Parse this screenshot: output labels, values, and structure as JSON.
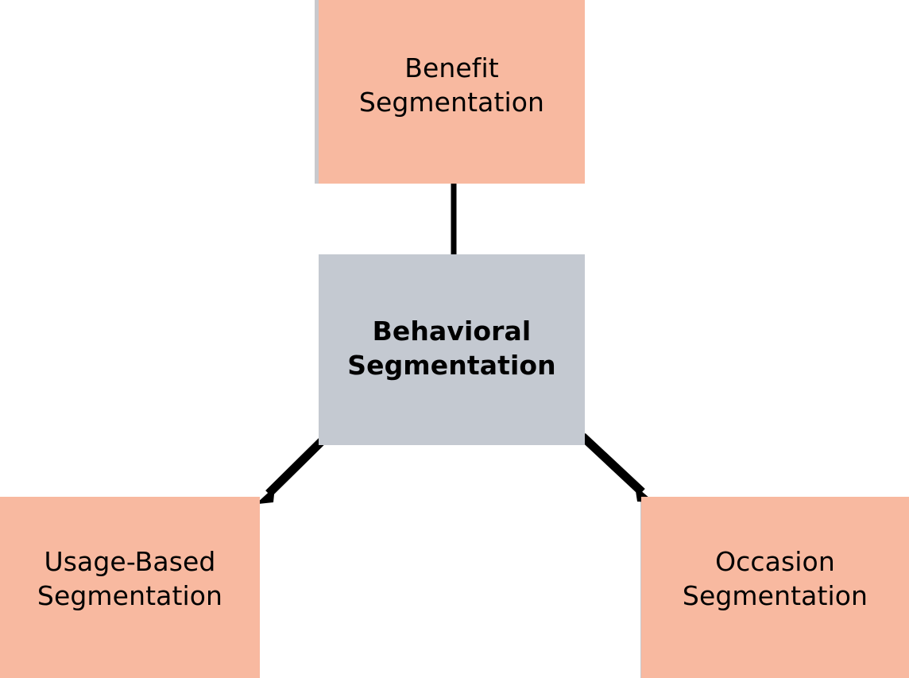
{
  "diagram": {
    "type": "hierarchy-tree",
    "title": "Behavioral Segmentation",
    "background_color": "#ffffff",
    "palette": {
      "leaf_fill": "#f8b9a0",
      "root_fill": "#c4c9d1",
      "connector_color": "#000000",
      "text_color": "#000000",
      "edge_strip": "#c9c9cd"
    },
    "nodes": [
      {
        "id": "benefit",
        "label": "Benefit\nSegmentation",
        "role": "parent",
        "fill": "#f8b9a0",
        "bold": false,
        "position": "top-center"
      },
      {
        "id": "behavioral",
        "label": "Behavioral\nSegmentation",
        "role": "root",
        "fill": "#c4c9d1",
        "bold": true,
        "position": "center"
      },
      {
        "id": "usage",
        "label": "Usage-Based\nSegmentation",
        "role": "child",
        "fill": "#f8b9a0",
        "bold": false,
        "position": "bottom-left"
      },
      {
        "id": "occasion",
        "label": "Occasion\nSegmentation",
        "role": "child",
        "fill": "#f8b9a0",
        "bold": false,
        "position": "bottom-right"
      }
    ],
    "connectors": [
      {
        "id": "benefit-to-behavioral",
        "from": "benefit",
        "to": "behavioral",
        "style": "straight-line",
        "arrowhead": false
      },
      {
        "id": "behavioral-to-usage",
        "from": "behavioral",
        "to": "usage",
        "style": "diagonal-arrow",
        "arrowhead": true
      },
      {
        "id": "behavioral-to-occasion",
        "from": "behavioral",
        "to": "occasion",
        "style": "diagonal-arrow",
        "arrowhead": true
      }
    ]
  }
}
